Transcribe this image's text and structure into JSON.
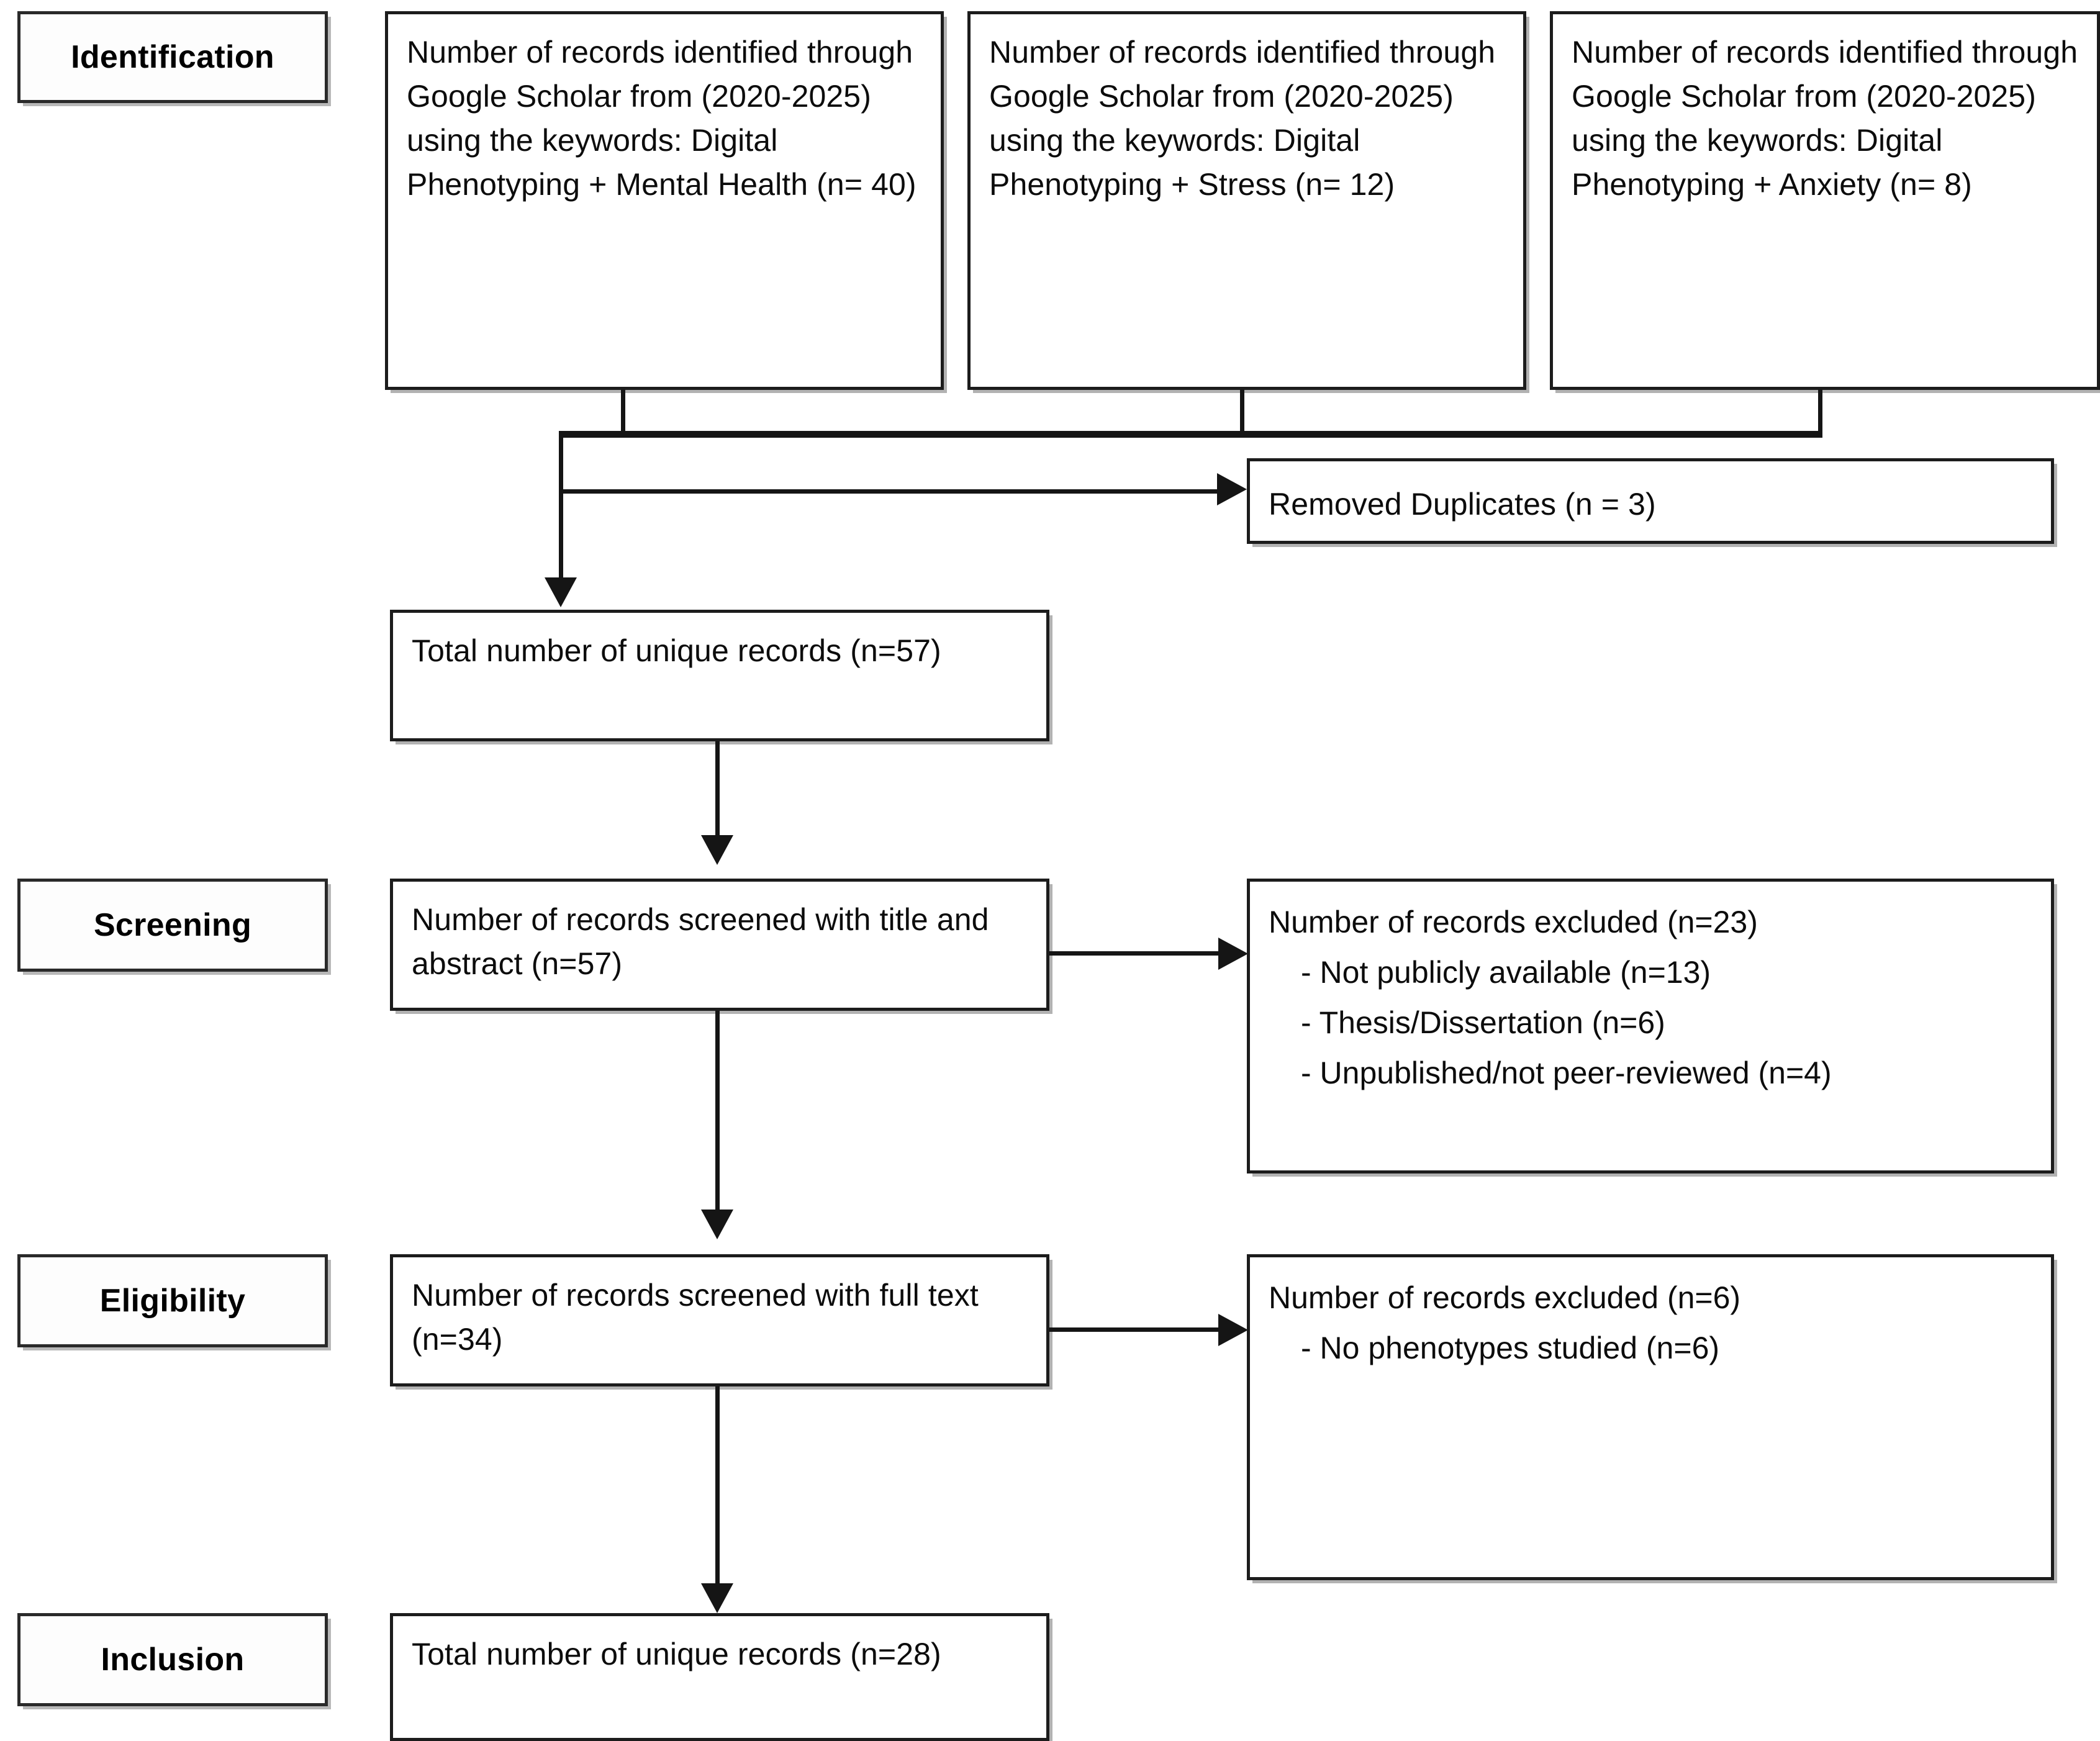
{
  "diagram": {
    "title": "PRISMA flow diagram",
    "type": "prisma-flow-diagram",
    "line_color": "#151515",
    "box_border_color": "#1c1c1c",
    "background": "#ffffff"
  },
  "stages": {
    "identification": "Identification",
    "screening": "Screening",
    "eligibility": "Eligibility",
    "inclusion": "Inclusion"
  },
  "identification": {
    "sources": [
      {
        "text": "Number of records identified through Google Scholar from (2020-2025) using the keywords: Digital Phenotyping + Mental Health (n= 40)",
        "database": "Google Scholar",
        "years": "2020-2025",
        "keywords": "Digital Phenotyping + Mental Health",
        "n": 40
      },
      {
        "text": "Number of records identified through Google Scholar from (2020-2025) using the keywords: Digital Phenotyping + Stress (n= 12)",
        "database": "Google Scholar",
        "years": "2020-2025",
        "keywords": "Digital Phenotyping + Stress",
        "n": 12
      },
      {
        "text": "Number of records identified through Google Scholar from (2020-2025) using the keywords: Digital Phenotyping + Anxiety (n= 8)",
        "database": "Google Scholar",
        "years": "2020-2025",
        "keywords": "Digital Phenotyping + Anxiety",
        "n": 8
      }
    ],
    "duplicates_removed": {
      "text": "Removed Duplicates (n = 3)",
      "n": 3
    },
    "unique_records": {
      "text": "Total number of unique records (n=57)",
      "n": 57
    }
  },
  "screening": {
    "screened": {
      "text": "Number of records screened with title and abstract (n=57)",
      "n": 57
    },
    "excluded": {
      "head": "Number of records excluded (n=23)",
      "n": 23,
      "reasons": [
        "- Not publicly available (n=13)",
        "- Thesis/Dissertation (n=6)",
        "- Unpublished/not peer-reviewed (n=4)"
      ]
    }
  },
  "eligibility": {
    "screened": {
      "text": "Number of records screened with full text (n=34)",
      "n": 34
    },
    "excluded": {
      "head": "Number of records excluded (n=6)",
      "n": 6,
      "reasons": [
        "- No phenotypes studied (n=6)"
      ]
    }
  },
  "inclusion": {
    "included": {
      "text": "Total number of unique records (n=28)",
      "n": 28
    }
  },
  "chart_data": {
    "type": "table",
    "title": "PRISMA record counts",
    "categories": [
      "Google Scholar: Digital Phenotyping + Mental Health",
      "Google Scholar: Digital Phenotyping + Stress",
      "Google Scholar: Digital Phenotyping + Anxiety",
      "Duplicates removed",
      "Unique records",
      "Screened (title and abstract)",
      "Excluded at title/abstract",
      "Screened (full text)",
      "Excluded at full text",
      "Included"
    ],
    "values": [
      40,
      12,
      8,
      3,
      57,
      57,
      23,
      34,
      6,
      28
    ]
  }
}
